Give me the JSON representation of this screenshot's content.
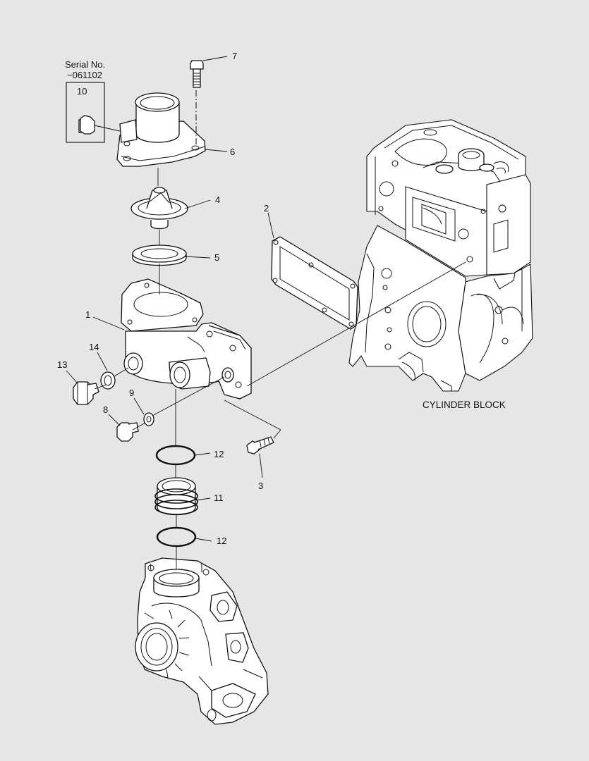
{
  "serial_box": {
    "line1": "Serial No.",
    "line2": "~061102"
  },
  "caption": "CYLINDER BLOCK",
  "part_numbers": {
    "p1": "1",
    "p2": "2",
    "p3": "3",
    "p4": "4",
    "p5": "5",
    "p6": "6",
    "p7": "7",
    "p8": "8",
    "p9": "9",
    "p10": "10",
    "p11": "11",
    "p12a": "12",
    "p12b": "12",
    "p13": "13",
    "p14": "14"
  },
  "colors": {
    "background": "#e6e6e6",
    "ink": "#111111",
    "part_fill": "#ffffff"
  }
}
